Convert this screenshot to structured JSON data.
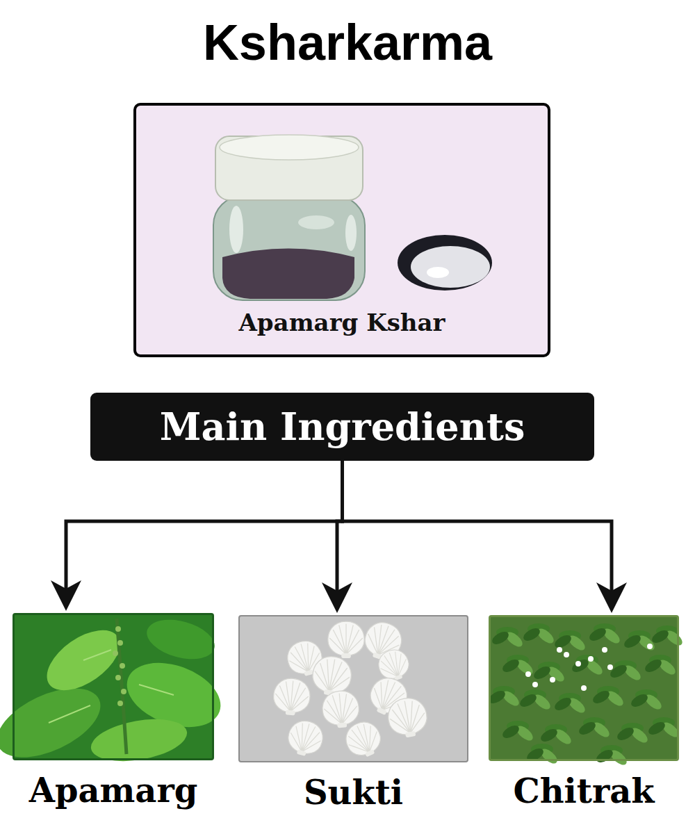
{
  "diagram": {
    "title": "Ksharkarma",
    "nodes": [
      {
        "text": [
          "Apamarg Kshar"
        ]
      },
      {
        "text": [
          "Main Ingredients"
        ]
      },
      {
        "text": [
          "Apamarg"
        ]
      },
      {
        "text": [
          "Sukti"
        ]
      },
      {
        "text": [
          "Chitrak"
        ]
      }
    ],
    "edges": [
      {
        "from": 1,
        "to": 2,
        "arrow": "to"
      },
      {
        "from": 1,
        "to": 3,
        "arrow": "to"
      },
      {
        "from": 1,
        "to": 4,
        "arrow": "to"
      }
    ]
  }
}
